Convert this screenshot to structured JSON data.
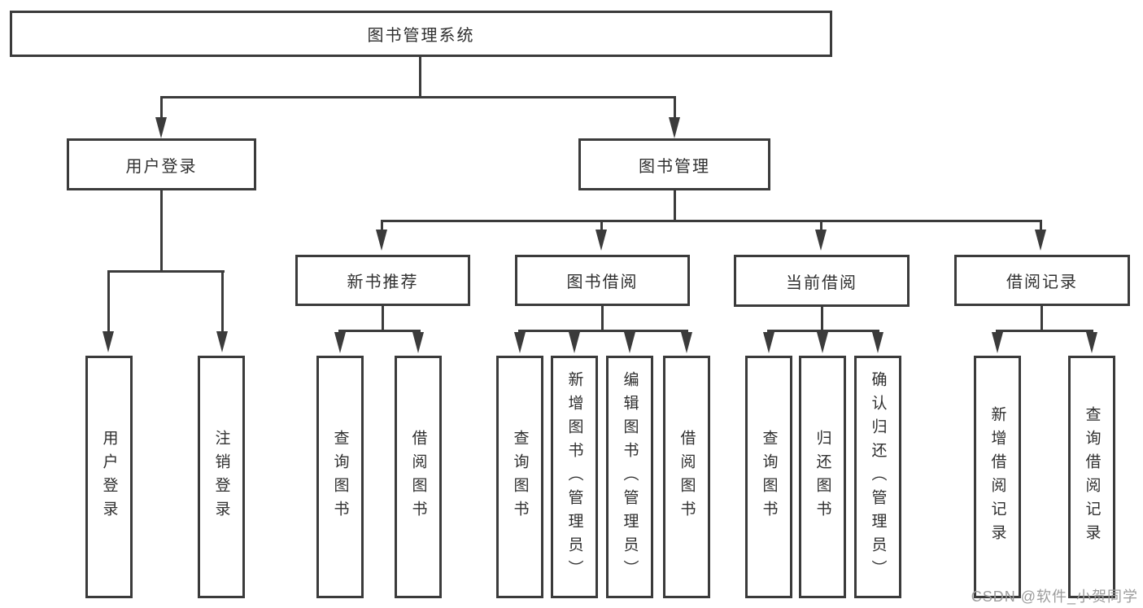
{
  "colors": {
    "line": "#3b3b3b",
    "text": "#2f2f2f",
    "bg": "#ffffff",
    "watermark": "#9c9c9c"
  },
  "diagram": {
    "root": {
      "label": "图书管理系统"
    },
    "branches": [
      {
        "label": "用户登录",
        "children": [
          "用户登录",
          "注销登录"
        ]
      },
      {
        "label": "图书管理",
        "children": [
          {
            "label": "新书推荐",
            "children": [
              "查询图书",
              "借阅图书"
            ]
          },
          {
            "label": "图书借阅",
            "children": [
              "查询图书",
              "新增图书（管理员）",
              "编辑图书（管理员）",
              "借阅图书"
            ]
          },
          {
            "label": "当前借阅",
            "children": [
              "查询图书",
              "归还图书",
              "确认归还（管理员）"
            ]
          },
          {
            "label": "借阅记录",
            "children": [
              "新增借阅记录",
              "查询借阅记录"
            ]
          }
        ]
      }
    ]
  },
  "watermark": "CSDN @软件_小贺同学"
}
